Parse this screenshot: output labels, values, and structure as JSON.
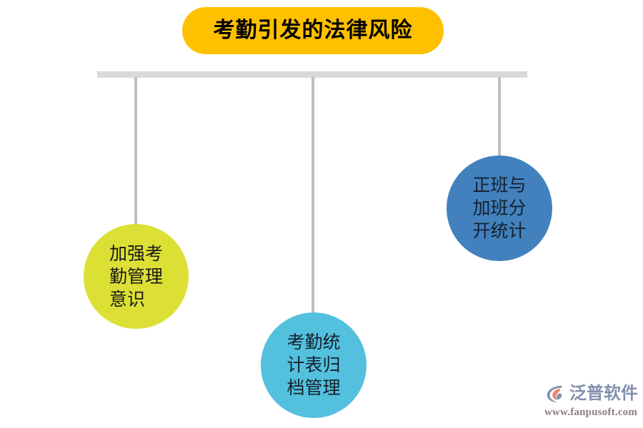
{
  "diagram": {
    "type": "mobile-hanging-node-diagram",
    "title": {
      "label": "考勤引发的法律风险",
      "shape": "rounded-pill",
      "fill_color": "#FFC000",
      "text_color": "#000000"
    },
    "spine": {
      "orientation": "horizontal",
      "color": "#D9D9D9"
    },
    "connector_color": "#BFBFBF",
    "nodes": [
      {
        "id": "node-1",
        "label": "加强考\n勤管理\n意识",
        "plain_label": "加强考勤管理意识",
        "fill_color": "#DCE035",
        "text_color": "#1a1a1a"
      },
      {
        "id": "node-2",
        "label": "考勤统\n计表归\n档管理",
        "plain_label": "考勤统计表归档管理",
        "fill_color": "#53C0DE",
        "text_color": "#17202b"
      },
      {
        "id": "node-3",
        "label": "正班与\n加班分\n开统计",
        "plain_label": "正班与加班分开统计",
        "fill_color": "#4281BE",
        "text_color": "#14202e"
      }
    ]
  },
  "watermark": {
    "brand_name": "泛普软件",
    "url": "www.fanpusoft.com",
    "brand_color": "#8390AE",
    "accent_color": "#E8876A",
    "url_color": "#8C7D86"
  }
}
